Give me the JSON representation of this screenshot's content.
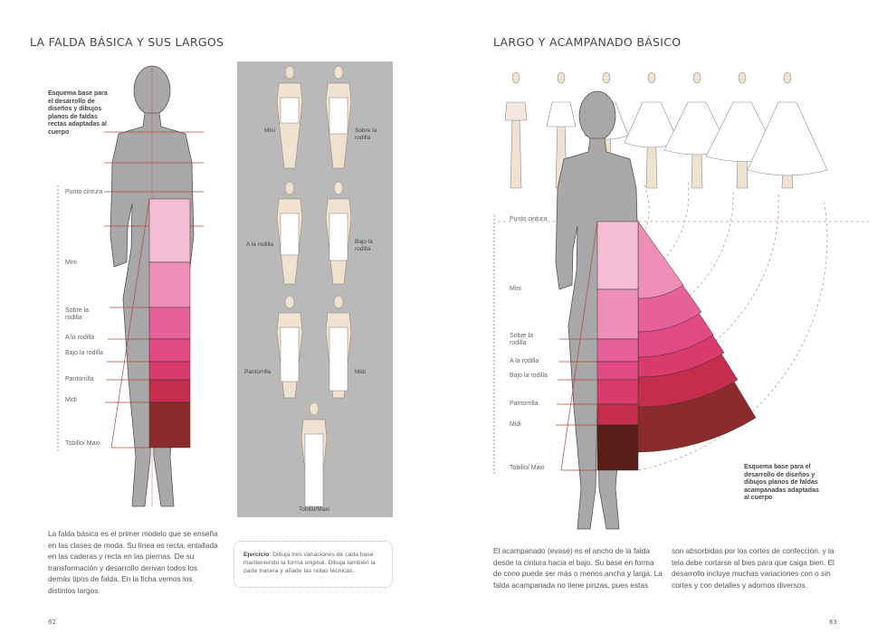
{
  "left_page": {
    "title": "LA FALDA BÁSICA Y SUS LARGOS",
    "schema_note": "Esquema base para el desarrollo de diseños y dibujos planos de faldas rectas adaptadas al cuerpo",
    "length_labels": {
      "waist": "Punto cintura",
      "mini": "Mini",
      "above_knee": "Sobre la rodilla",
      "knee": "A la rodilla",
      "below_knee": "Bajo la rodilla",
      "calf": "Pantorrilla",
      "midi": "Midi",
      "maxi": "Tobillo/ Maxi"
    },
    "panel_labels": {
      "mini": "Mini",
      "above_knee": "Sobre la rodilla",
      "knee": "A la rodilla",
      "below_knee": "Bajo la rodilla",
      "calf": "Pantorrilla",
      "midi": "Midi",
      "maxi": "Tobillo/Maxi"
    },
    "body_text": "La falda básica es el primer modelo que se enseña en las clases de moda. Su línea es recta, entallada en las caderas y recta en las piernas. De su transformación y desarrollo derivan todos los demás tipos de falda. En la ficha vemos los distintos largos.",
    "exercise_label": "Ejercicio",
    "exercise_text": ": Dibuja tres variaciones de cada base manteniendo la forma original. Dibuja también la parte trasera y añade las notas técnicas.",
    "page_number": "62"
  },
  "right_page": {
    "title": "LARGO Y ACAMPANADO BÁSICO",
    "schema_note": "Esquema base para el desarrollo de diseños y dibujos planos de faldas acampanadas adaptadas al cuerpo",
    "length_labels": {
      "waist": "Punto cintura",
      "mini": "Mini",
      "above_knee": "Sobre la rodilla",
      "knee": "A la rodilla",
      "below_knee": "Bajo la rodilla",
      "calf": "Pantorrilla",
      "midi": "Midi",
      "maxi": "Tobillo/ Maxi"
    },
    "body_text_col1": "El acampanado (evasé) es el ancho de la falda desde la cintura hacia el bajo. Su base en forma de cono puede ser más o menos ancha y larga. La falda acampanada no tiene pinzas, pues estas",
    "body_text_col2": "son absorbidas por los cortes de confección, y la tela debe cortarse al bies para que caiga bien. El desarrollo incluye muchas variaciones con o sin cortes y con detalles y adornos diversos.",
    "page_number": "63"
  },
  "colors": {
    "figure_gray": "#a9a7a7",
    "panel_gray": "#b9b9b9",
    "guide_red": "#b5473a",
    "shades": [
      "#f4bdd3",
      "#ee8fb7",
      "#e6609a",
      "#e14a82",
      "#d93b6c",
      "#c42d4b",
      "#8b2b2b",
      "#5a1d17"
    ]
  }
}
